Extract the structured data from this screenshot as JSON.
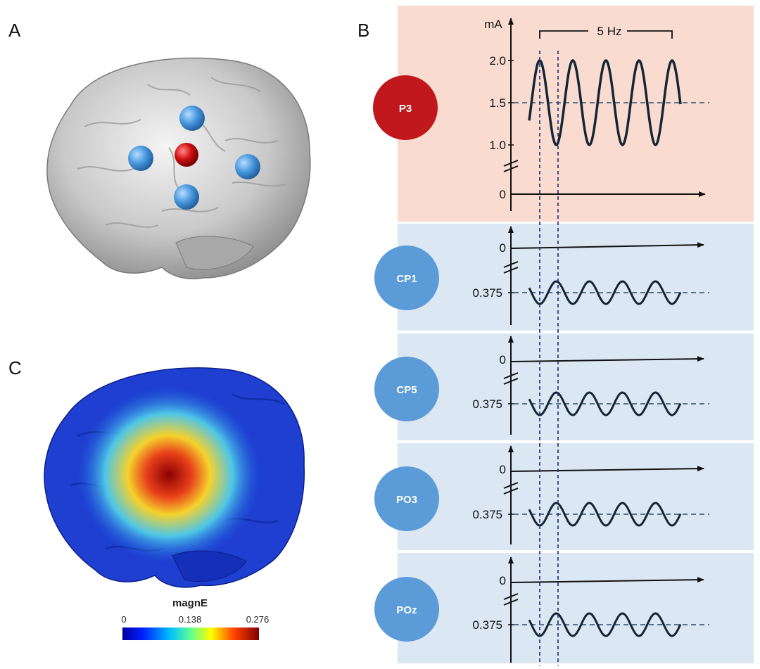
{
  "panels": {
    "a": {
      "letter": "A"
    },
    "b": {
      "letter": "B"
    },
    "c": {
      "letter": "C"
    }
  },
  "waveform": {
    "unit": "mA",
    "frequency_label": "5 Hz",
    "main": {
      "electrode": "P3",
      "color": "#c0181c",
      "background": "#f9dccf",
      "ticks": [
        "2.0",
        "1.5",
        "1.0",
        "0"
      ]
    },
    "returns": [
      {
        "electrode": "CP1",
        "zero_label": "0",
        "offset_label": "0.375"
      },
      {
        "electrode": "CP5",
        "zero_label": "0",
        "offset_label": "0.375"
      },
      {
        "electrode": "PO3",
        "zero_label": "0",
        "offset_label": "0.375"
      },
      {
        "electrode": "POz",
        "zero_label": "0",
        "offset_label": "0.375"
      }
    ],
    "return_color": "#5b9bd8",
    "return_background": "#dbe7f3"
  },
  "colorbar": {
    "title": "magnE",
    "min_label": "0",
    "mid_label": "0.138",
    "max_label": "0.276"
  }
}
